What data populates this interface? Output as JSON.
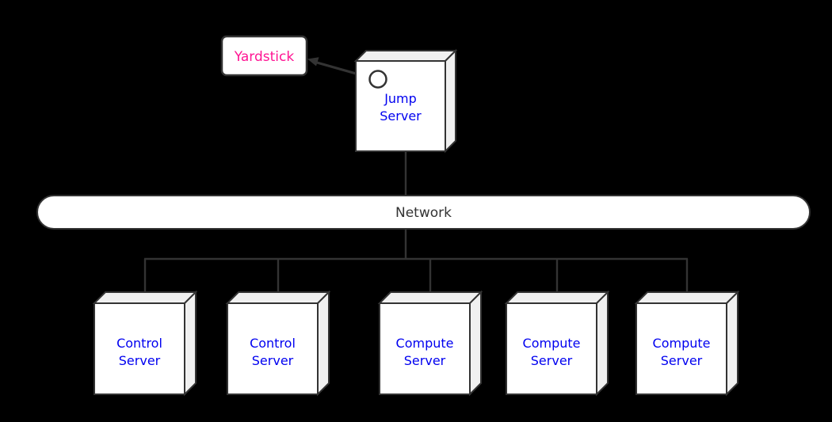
{
  "colors": {
    "background": "#000000",
    "line": "#333333",
    "box_front": "#ffffff",
    "box_shade": "#f0f0f0",
    "server_label_blue": "#0000f0",
    "yardstick_pink": "#ff1493",
    "network_text": "#333333"
  },
  "yardstick": {
    "label": "Yardstick"
  },
  "jump_server": {
    "label_lines": [
      "Jump",
      "Server"
    ],
    "icon": "interface-circle"
  },
  "network": {
    "label": "Network"
  },
  "servers": [
    {
      "id": "control-server-1",
      "label_lines": [
        "Control",
        "Server"
      ]
    },
    {
      "id": "control-server-2",
      "label_lines": [
        "Control",
        "Server"
      ]
    },
    {
      "id": "compute-server-1",
      "label_lines": [
        "Compute",
        "Server"
      ]
    },
    {
      "id": "compute-server-2",
      "label_lines": [
        "Compute",
        "Server"
      ]
    },
    {
      "id": "compute-server-3",
      "label_lines": [
        "Compute",
        "Server"
      ]
    }
  ],
  "connections": [
    {
      "from": "Jump Server",
      "to": "Yardstick",
      "style": "arrow"
    },
    {
      "from": "Jump Server",
      "to": "Network",
      "style": "line"
    },
    {
      "from": "Network",
      "to": "Control Server",
      "style": "line"
    },
    {
      "from": "Network",
      "to": "Control Server",
      "style": "line"
    },
    {
      "from": "Network",
      "to": "Compute Server",
      "style": "line"
    },
    {
      "from": "Network",
      "to": "Compute Server",
      "style": "line"
    },
    {
      "from": "Network",
      "to": "Compute Server",
      "style": "line"
    }
  ]
}
